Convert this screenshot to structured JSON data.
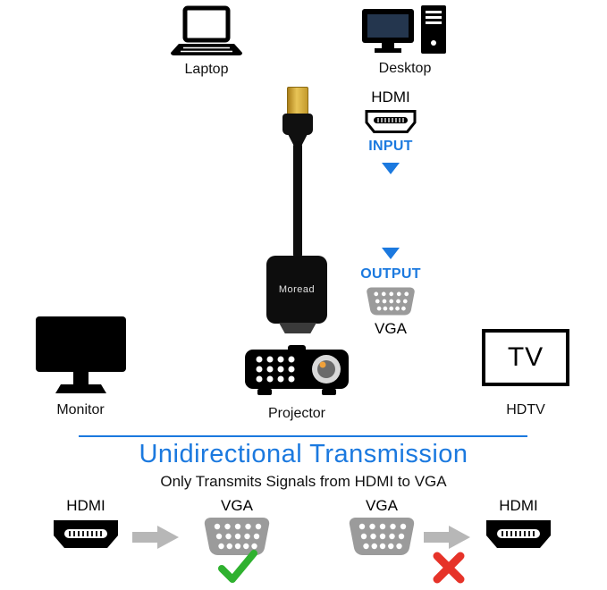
{
  "colors": {
    "blue": "#1b79df",
    "arrow_gray": "#b7b7b7",
    "vga_gray": "#9b9b9b",
    "check_green": "#2fb12f",
    "cross_red": "#e63329",
    "hdmi_gold": "#d4a93c"
  },
  "devices": {
    "laptop": "Laptop",
    "desktop": "Desktop",
    "monitor": "Monitor",
    "projector": "Projector",
    "tv": "TV",
    "hdtv": "HDTV"
  },
  "flow": {
    "hdmi": "HDMI",
    "input": "INPUT",
    "output": "OUTPUT",
    "vga": "VGA",
    "brand": "Moread"
  },
  "banner": {
    "title": "Unidirectional Transmission",
    "subtitle": "Only Transmits Signals from HDMI to VGA"
  },
  "transmission": {
    "left_from": "HDMI",
    "left_to": "VGA",
    "right_from": "VGA",
    "right_to": "HDMI"
  }
}
